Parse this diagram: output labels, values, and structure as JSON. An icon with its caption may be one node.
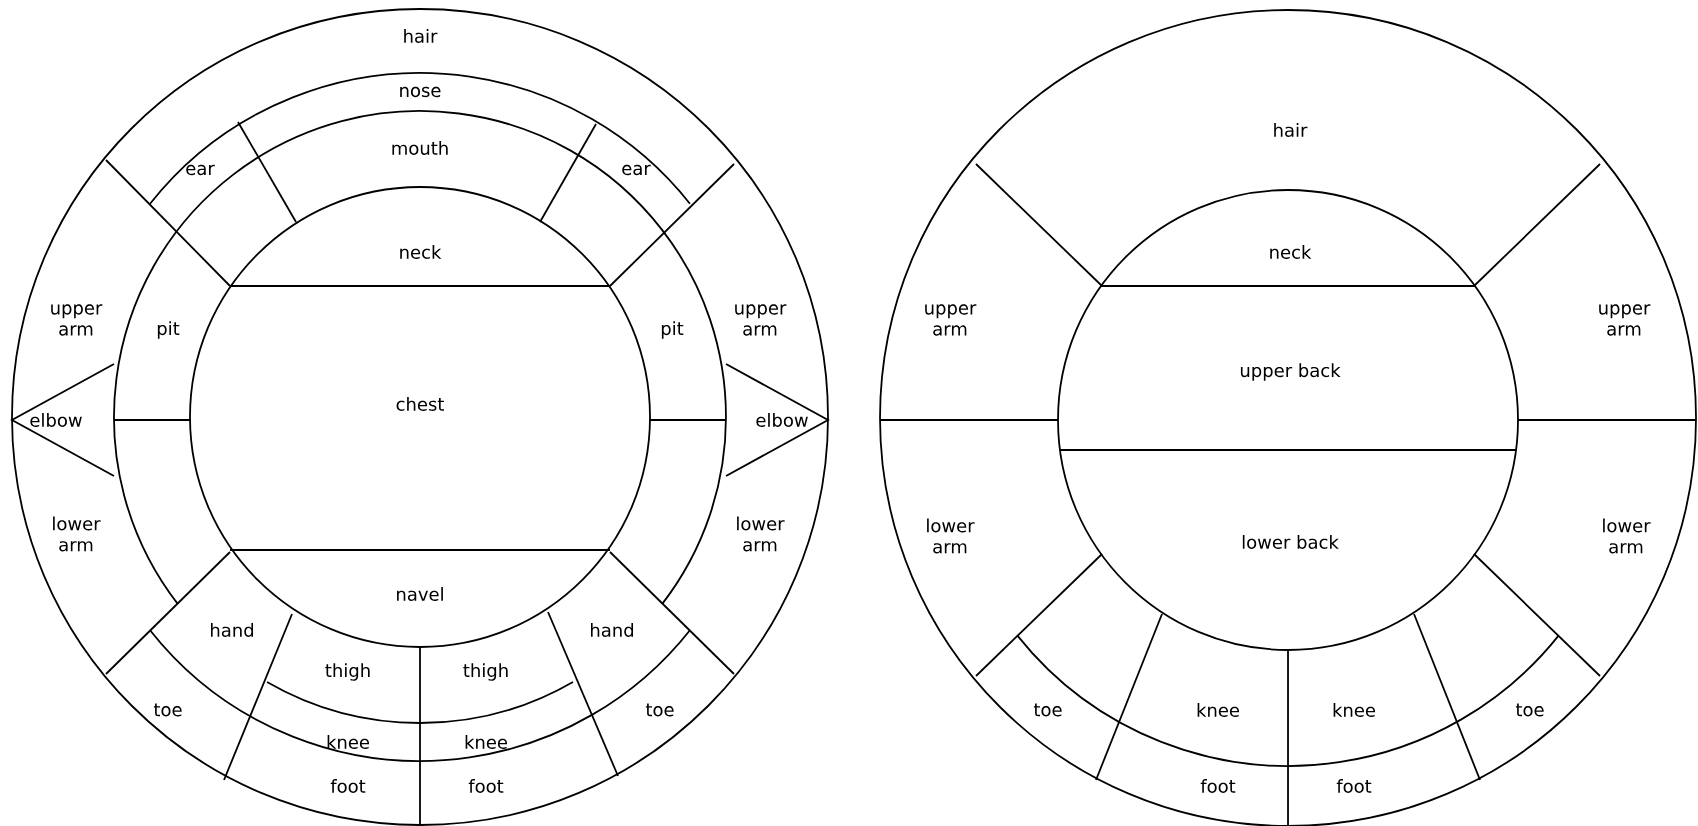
{
  "diagram": {
    "labels": [
      "hair",
      "nose",
      "mouth",
      "ear",
      "ear",
      "neck",
      "upper arm",
      "pit",
      "pit",
      "upper arm",
      "chest",
      "elbow",
      "elbow",
      "lower arm",
      "lower arm",
      "navel",
      "hand",
      "hand",
      "thigh",
      "thigh",
      "toe",
      "toe",
      "knee",
      "knee",
      "foot",
      "foot",
      "hair",
      "neck",
      "upper arm",
      "upper arm",
      "upper back",
      "lower arm",
      "lower arm",
      "lower back",
      "toe",
      "knee",
      "knee",
      "toe",
      "foot",
      "foot"
    ]
  }
}
